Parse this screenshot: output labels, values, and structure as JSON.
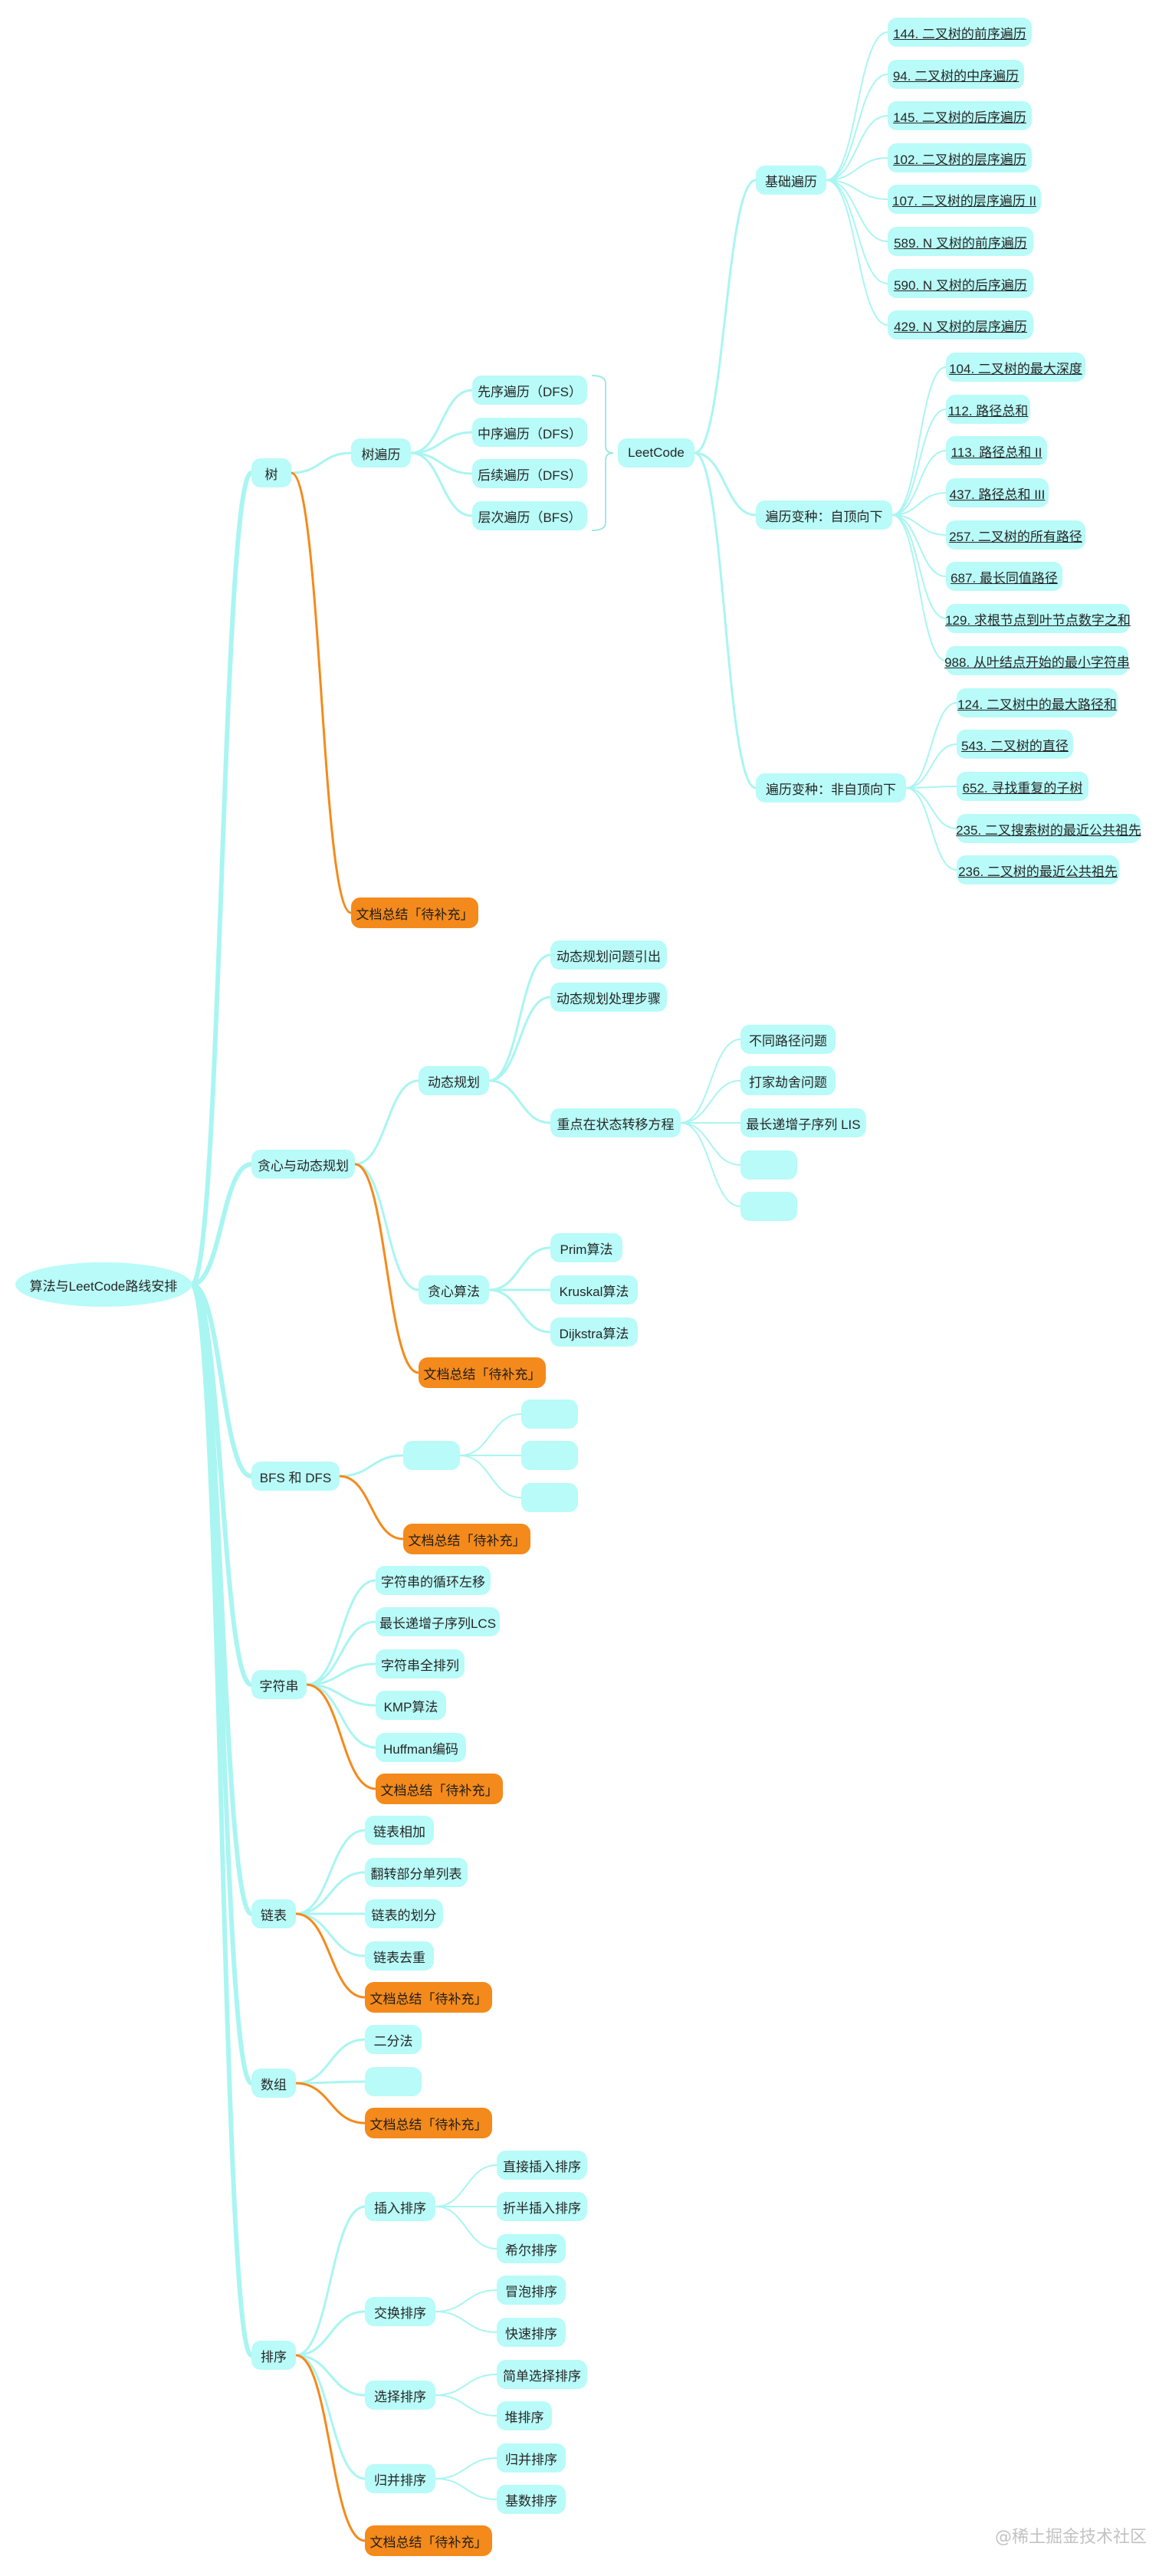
{
  "mindmap": {
    "root": "算法与LeetCode路线安排",
    "tree": {
      "label": "树",
      "traversal": {
        "label": "树遍历",
        "items": [
          "先序遍历（DFS）",
          "中序遍历（DFS）",
          "后续遍历（DFS）",
          "层次遍历（BFS）"
        ]
      },
      "leetcode": "LeetCode",
      "basic": {
        "label": "基础遍历",
        "items": [
          "144. 二叉树的前序遍历",
          "94. 二叉树的中序遍历",
          "145. 二叉树的后序遍历",
          "102. 二叉树的层序遍历",
          "107. 二叉树的层序遍历 II",
          "589. N 叉树的前序遍历",
          "590. N 叉树的后序遍历",
          "429. N 叉树的层序遍历"
        ]
      },
      "topdown": {
        "label": "遍历变种：自顶向下",
        "items": [
          "104. 二叉树的最大深度",
          "112. 路径总和",
          "113. 路径总和 II",
          "437. 路径总和 III",
          "257. 二叉树的所有路径",
          "687. 最长同值路径",
          "129. 求根节点到叶节点数字之和",
          "988. 从叶结点开始的最小字符串"
        ]
      },
      "nontopdown": {
        "label": "遍历变种：非自顶向下",
        "items": [
          "124. 二叉树中的最大路径和",
          "543. 二叉树的直径",
          "652. 寻找重复的子树",
          "235. 二叉搜索树的最近公共祖先",
          "236. 二叉树的最近公共祖先"
        ]
      },
      "doc": "文档总结「待补充」"
    },
    "greedy_dp": {
      "label": "贪心与动态规划",
      "dp": {
        "label": "动态规划",
        "items": [
          "动态规划问题引出",
          "动态规划处理步骤"
        ],
        "transition": {
          "label": "重点在状态转移方程",
          "items": [
            "不同路径问题",
            "打家劫舍问题",
            "最长递增子序列 LIS",
            "",
            ""
          ]
        }
      },
      "greedy": {
        "label": "贪心算法",
        "items": [
          "Prim算法",
          "Kruskal算法",
          "Dijkstra算法"
        ]
      },
      "doc": "文档总结「待补充」"
    },
    "bfs_dfs": {
      "label": "BFS 和 DFS",
      "sub": "",
      "items": [
        "",
        "",
        ""
      ],
      "doc": "文档总结「待补充」"
    },
    "string": {
      "label": "字符串",
      "items": [
        "字符串的循环左移",
        "最长递增子序列LCS",
        "字符串全排列",
        "KMP算法",
        "Huffman编码"
      ],
      "doc": "文档总结「待补充」"
    },
    "linked_list": {
      "label": "链表",
      "items": [
        "链表相加",
        "翻转部分单列表",
        "链表的划分",
        "链表去重"
      ],
      "doc": "文档总结「待补充」"
    },
    "array": {
      "label": "数组",
      "items": [
        "二分法",
        ""
      ],
      "doc": "文档总结「待补充」"
    },
    "sort": {
      "label": "排序",
      "insert": {
        "label": "插入排序",
        "items": [
          "直接插入排序",
          "折半插入排序",
          "希尔排序"
        ]
      },
      "exchange": {
        "label": "交换排序",
        "items": [
          "冒泡排序",
          "快速排序"
        ]
      },
      "select": {
        "label": "选择排序",
        "items": [
          "简单选择排序",
          "堆排序"
        ]
      },
      "merge": {
        "label": "归并排序",
        "items": [
          "归并排序",
          "基数排序"
        ]
      },
      "doc": "文档总结「待补充」"
    }
  },
  "watermark": "@稀土掘金技术社区",
  "colors": {
    "node": "#b8fbf8",
    "accent": "#f48a1b",
    "line": "#a9f5f1",
    "bracket": "#9fe8e4"
  }
}
